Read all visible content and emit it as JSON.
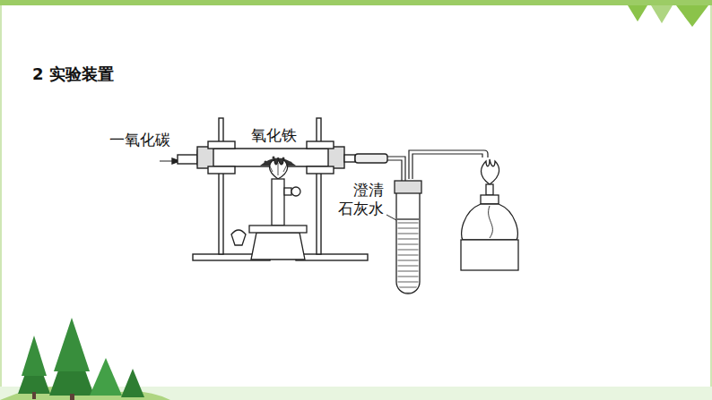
{
  "diagram": {
    "title": "2 实验装置",
    "labels": [
      "一氧化碳",
      "氧化铁",
      "澄清 石灰水"
    ]
  }
}
